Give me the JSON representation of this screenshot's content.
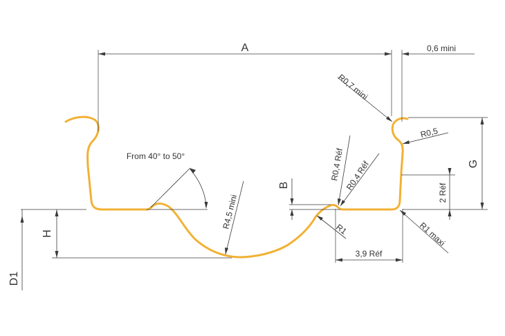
{
  "labels": {
    "A": "A",
    "min_06": "0,6 mini",
    "r07": "R0,7 mini",
    "r05": "R0,5",
    "G": "G",
    "angle": "From 40° to 50°",
    "r04_a": "R0,4 Réf",
    "r04_b": "R0,4 Réf",
    "B": "B",
    "r45": "R4,5 mini",
    "H": "H",
    "r1": "R1",
    "r1max": "R1 maxi",
    "ref2": "2 Réf",
    "ref39": "3,9 Réf",
    "D1": "D1"
  },
  "colors": {
    "profile": "#f2b134",
    "lines": "#3a3a3a",
    "text": "#333333"
  }
}
